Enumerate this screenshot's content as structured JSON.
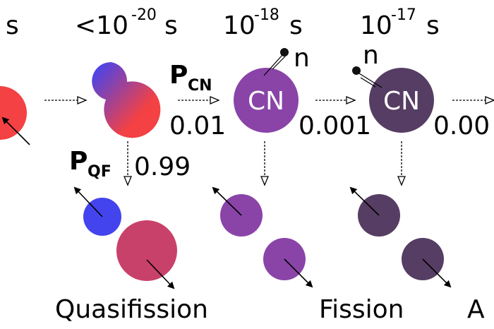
{
  "times": {
    "t0": {
      "base": "s"
    },
    "t1": {
      "prefix": "<10",
      "exp": "-20",
      "unit": "s"
    },
    "t2": {
      "prefix": "10",
      "exp": "-18",
      "unit": "s"
    },
    "t3": {
      "prefix": "10",
      "exp": "-17",
      "unit": "s"
    }
  },
  "probabilities": {
    "pcn_label": "P",
    "pcn_sub": "CN",
    "pcn_value": "0.01",
    "pqf_label": "P",
    "pqf_sub": "QF",
    "pqf_value": "0.99",
    "step2_value": "0.001",
    "step3_value": "0.00"
  },
  "nuclei": {
    "cn1": "CN",
    "cn2": "CN",
    "neutron1": "n",
    "neutron2": "n"
  },
  "outcomes": {
    "quasifission": "Quasifission",
    "fission": "Fission",
    "third": "A"
  },
  "colors": {
    "projectile": "#f44144",
    "light": "#4444ee",
    "cn": "#8a44a8",
    "cn_cooled": "#563d63",
    "qf_heavy": "#c8416a"
  }
}
